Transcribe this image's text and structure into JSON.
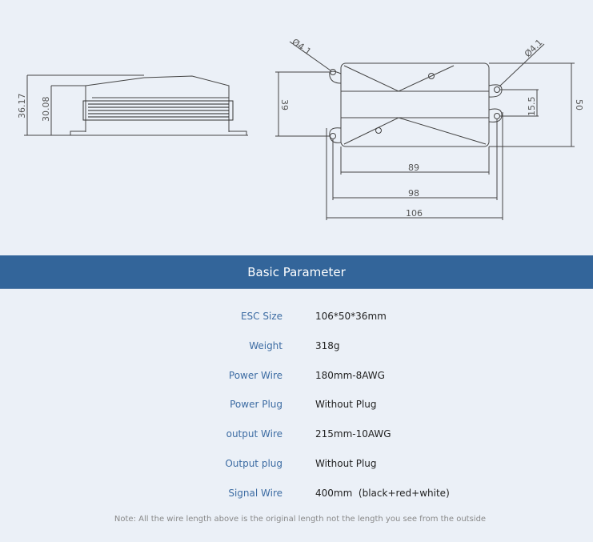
{
  "dimensions": {
    "side_total_height": "36.17",
    "side_body_height": "30.08",
    "top_hole_spacing_v": "39",
    "hole_diameter_left": "Ø4.1",
    "hole_diameter_right": "Ø4.1",
    "right_hole_spacing": "15.5",
    "total_height": "50",
    "body_width": "89",
    "hole_spacing_h": "98",
    "total_width": "106"
  },
  "section_title": "Basic Parameter",
  "params": [
    {
      "label": "ESC Size",
      "value": "106*50*36mm"
    },
    {
      "label": "Weight",
      "value": "318g"
    },
    {
      "label": "Power Wire",
      "value": "180mm-8AWG"
    },
    {
      "label": "Power Plug",
      "value": "Without Plug"
    },
    {
      "label": "output Wire",
      "value": "215mm-10AWG"
    },
    {
      "label": "Output plug",
      "value": "Without Plug"
    },
    {
      "label": "Signal Wire",
      "value": "400mm  (black+red+white)"
    }
  ],
  "note": "Note: All the wire length above is the original length not the length you see from the outside"
}
